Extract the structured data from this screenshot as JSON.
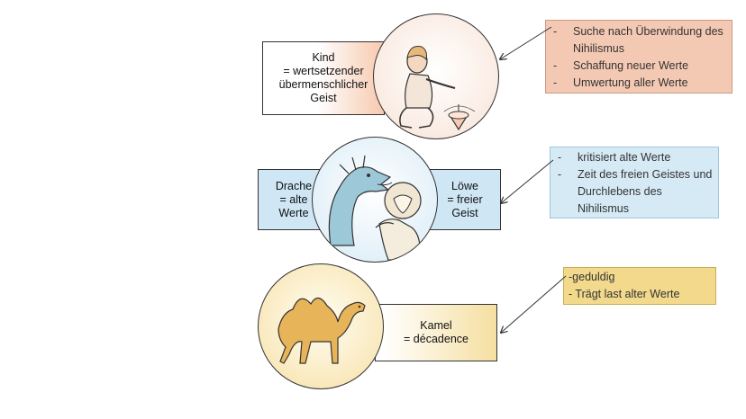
{
  "diagram": {
    "kind": {
      "label": "Kind\n= wertsetzender\nübermenschlicher\nGeist"
    },
    "drache": {
      "label": "Drache\n= alte\nWerte"
    },
    "loewe": {
      "label": "Löwe\n= freier\nGeist"
    },
    "kamel": {
      "label": "Kamel\n= décadence"
    }
  },
  "notes": {
    "kind": {
      "items": [
        "Suche nach Überwindung des Nihilismus",
        "Schaffung neuer Werte",
        "Umwertung aller Werte"
      ],
      "color": "#f4c9b3"
    },
    "loewe": {
      "items": [
        "kritisiert alte Werte",
        "Zeit des freien Geistes und Durchlebens des Nihilismus"
      ],
      "color": "#d6eaf6"
    },
    "kamel": {
      "items": [
        "-geduldig",
        "- Trägt last alter Werte"
      ],
      "color": "#f2d98c"
    }
  },
  "colors": {
    "kind_box": "#f7c9ae",
    "middle_box": "#cfe6f5",
    "kamel_box": "#f5dfa0",
    "circle_top": "#f8e3d6",
    "circle_mid": "#d7ebf6",
    "circle_bottom": "#f7e0a6"
  }
}
